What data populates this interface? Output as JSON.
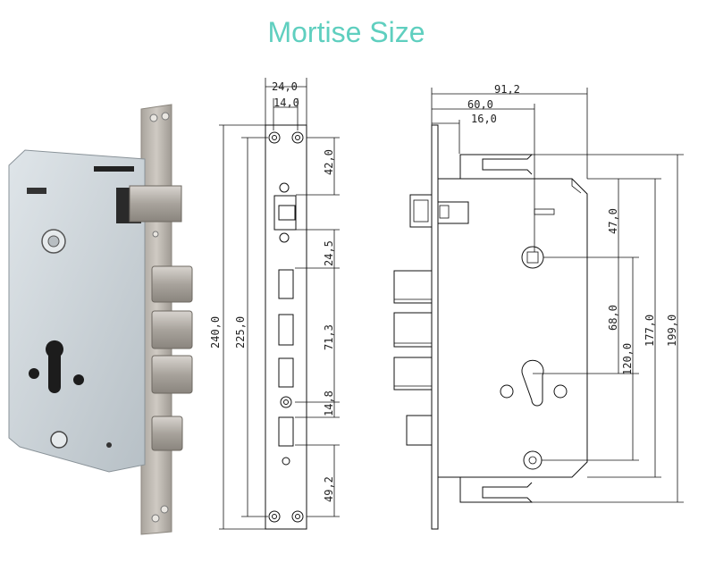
{
  "title": "Mortise Size",
  "front_view": {
    "width_top": "24,0",
    "width_inner": "14,0",
    "total_height": "240,0",
    "hole_spacing": "225,0",
    "dim_42": "42,0",
    "dim_24_5": "24,5",
    "dim_71_3": "71,3",
    "dim_14_8": "14,8",
    "dim_49_2": "49,2"
  },
  "side_view": {
    "width_91_2": "91,2",
    "width_60": "60,0",
    "width_16": "16,0",
    "dim_47": "47,0",
    "dim_68": "68,0",
    "dim_120": "120,0",
    "dim_177": "177,0",
    "dim_199": "199,0"
  },
  "colors": {
    "title": "#5fcfbf",
    "line": "#111111",
    "lock_body": "#c9d1d6",
    "faceplate": "#b9b4ad"
  }
}
